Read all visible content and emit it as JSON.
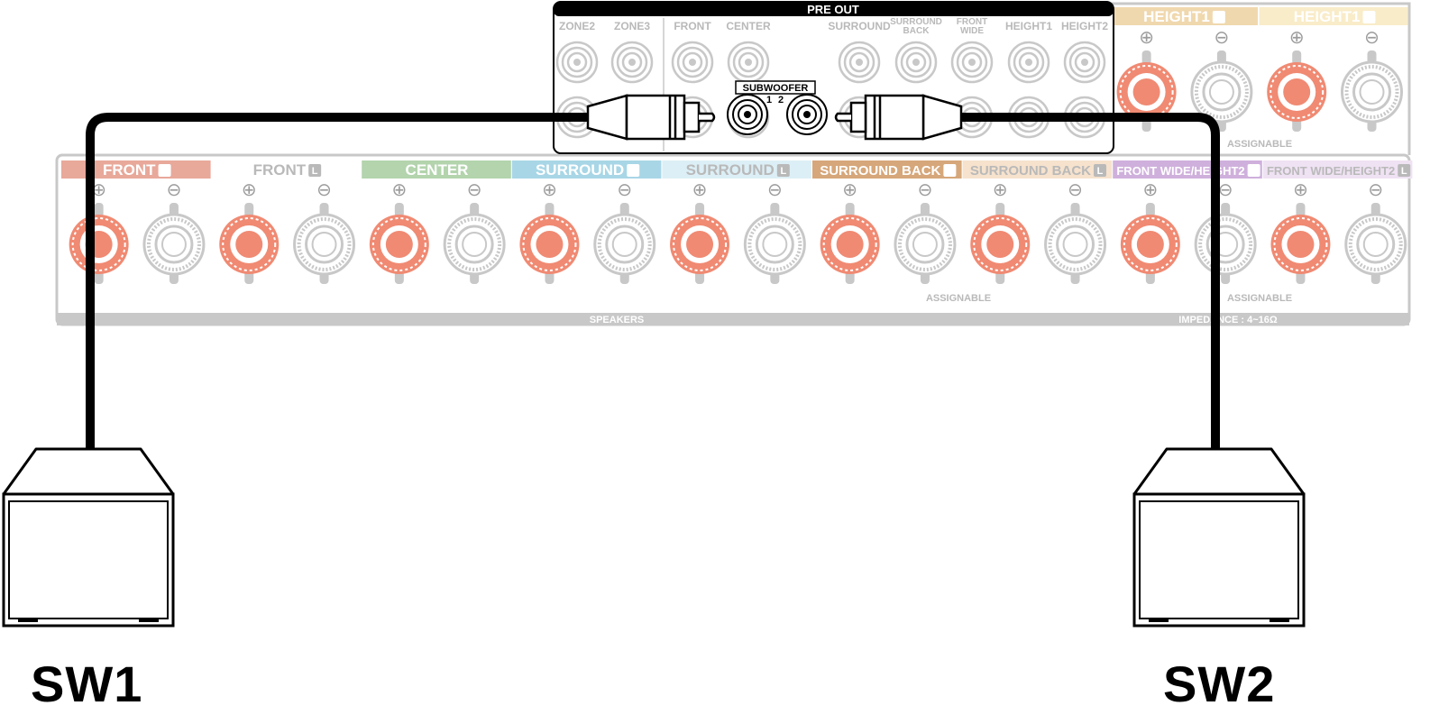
{
  "pre_out": {
    "title": "PRE OUT",
    "jacks": [
      "ZONE2",
      "ZONE3",
      "FRONT",
      "CENTER",
      "SURROUND",
      "SURROUND\nBACK",
      "FRONT\nWIDE",
      "HEIGHT1",
      "HEIGHT2"
    ],
    "subwoofer_label": "SUBWOOFER",
    "subwoofer_nums": [
      "1",
      "2"
    ]
  },
  "speakers": {
    "terminals": [
      {
        "label": "FRONT",
        "ch": "R",
        "band": "#e8a89a",
        "text": "white"
      },
      {
        "label": "FRONT",
        "ch": "L",
        "band": "#ffffff",
        "text": "gray"
      },
      {
        "label": "CENTER",
        "ch": "",
        "band": "#b3d4ad",
        "text": "white"
      },
      {
        "label": "SURROUND",
        "ch": "R",
        "band": "#a8d6e6",
        "text": "white"
      },
      {
        "label": "SURROUND",
        "ch": "L",
        "band": "#dceff6",
        "text": "gray"
      },
      {
        "label": "SURROUND BACK",
        "ch": "R",
        "band": "#d6a77a",
        "text": "white"
      },
      {
        "label": "SURROUND BACK",
        "ch": "L",
        "band": "#f6e2cd",
        "text": "gray"
      },
      {
        "label": "FRONT WIDE/HEIGHT2",
        "ch": "R",
        "band": "#cfb0dc",
        "text": "white"
      },
      {
        "label": "FRONT WIDE/HEIGHT2",
        "ch": "L",
        "band": "#efe2f3",
        "text": "gray"
      }
    ],
    "height_terminals": [
      {
        "label": "HEIGHT1",
        "ch": "R",
        "band": "#f0d8ae",
        "text": "white"
      },
      {
        "label": "HEIGHT1",
        "ch": "L",
        "band": "#f9ecc9",
        "text": "white"
      }
    ],
    "plus": "⊕",
    "minus": "⊖",
    "assignable": "ASSIGNABLE",
    "footer_left": "SPEAKERS",
    "footer_right": "IMPEDANCE : 4~16Ω"
  },
  "subwoofers": [
    {
      "name": "SW1"
    },
    {
      "name": "SW2"
    }
  ],
  "colors": {
    "panel_gray": "#c8c8c8",
    "red_terminal": "#f08a73",
    "cable": "#000000"
  }
}
